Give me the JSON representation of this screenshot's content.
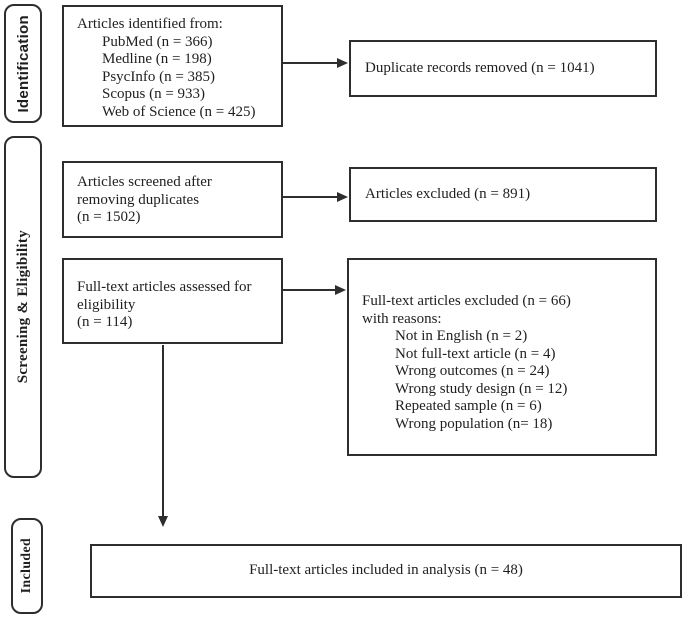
{
  "diagram": {
    "type": "prisma-flowchart",
    "colors": {
      "border": "#2e2e2e",
      "text": "#1f1f1f",
      "background": "#ffffff"
    },
    "stages": [
      {
        "label": "Identification"
      },
      {
        "label": "Screening & Eligibility"
      },
      {
        "label": "Included"
      }
    ],
    "boxes": {
      "identified": {
        "title": "Articles identified from:",
        "items": [
          "PubMed (n = 366)",
          "Medline (n = 198)",
          "PsycInfo (n = 385)",
          "Scopus (n = 933)",
          "Web of Science (n = 425)"
        ]
      },
      "duplicates_removed": {
        "text": "Duplicate records removed (n = 1041)"
      },
      "screened": {
        "lines": [
          "Articles screened after",
          "removing duplicates",
          "(n = 1502)"
        ]
      },
      "articles_excluded": {
        "text": "Articles excluded (n = 891)"
      },
      "fulltext_assessed": {
        "lines": [
          "Full-text articles assessed for",
          "eligibility",
          "(n = 114)"
        ]
      },
      "fulltext_excluded": {
        "title": "Full-text articles excluded (n = 66)",
        "subtitle": "with reasons:",
        "reasons": [
          "Not in English (n = 2)",
          "Not full-text article (n = 4)",
          "Wrong outcomes (n = 24)",
          "Wrong study design (n = 12)",
          "Repeated sample (n = 6)",
          "Wrong population (n= 18)"
        ]
      },
      "included_analysis": {
        "text": "Full-text articles included in analysis (n = 48)"
      }
    }
  }
}
